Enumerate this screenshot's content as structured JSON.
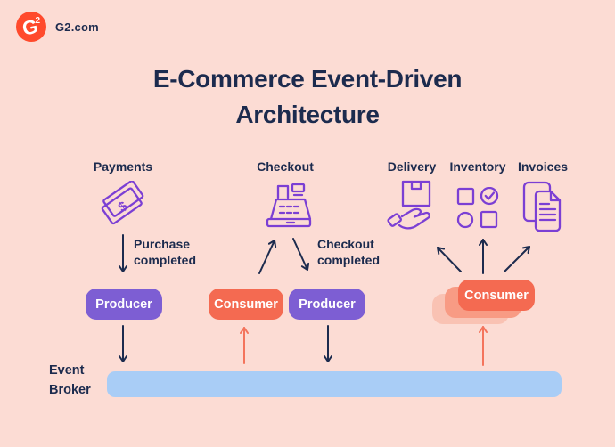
{
  "palette": {
    "background": "#fcdcd4",
    "navy": "#1c2b4e",
    "purple": "#7d5ed3",
    "icon_purple": "#7b3fd4",
    "orange": "#f46a51",
    "orange_arrow": "#f4745c",
    "orange_shadow_1": "#f89b84",
    "orange_shadow_2": "#f9c2b3",
    "broker_blue": "#a9cdf6",
    "logo_red": "#ff4a2c"
  },
  "header": {
    "logo_g": "G",
    "logo_sup": "2",
    "site": "G2.com"
  },
  "title": {
    "line1": "E-Commerce Event-Driven",
    "line2": "Architecture"
  },
  "services": {
    "payments": {
      "label": "Payments"
    },
    "checkout": {
      "label": "Checkout"
    },
    "delivery": {
      "label": "Delivery"
    },
    "inventory": {
      "label": "Inventory"
    },
    "invoices": {
      "label": "Invoices"
    }
  },
  "events": {
    "purchase_completed": "Purchase completed",
    "checkout_completed": "Checkout completed"
  },
  "nodes": {
    "producer_left": {
      "label": "Producer"
    },
    "consumer_mid": {
      "label": "Consumer"
    },
    "producer_mid": {
      "label": "Producer"
    },
    "consumer_right": {
      "label": "Consumer"
    }
  },
  "broker": {
    "label": "Event Broker"
  },
  "icons": [
    "g2-logo-icon",
    "money-icon",
    "cash-register-icon",
    "delivery-icon",
    "inventory-icon",
    "invoices-icon"
  ]
}
